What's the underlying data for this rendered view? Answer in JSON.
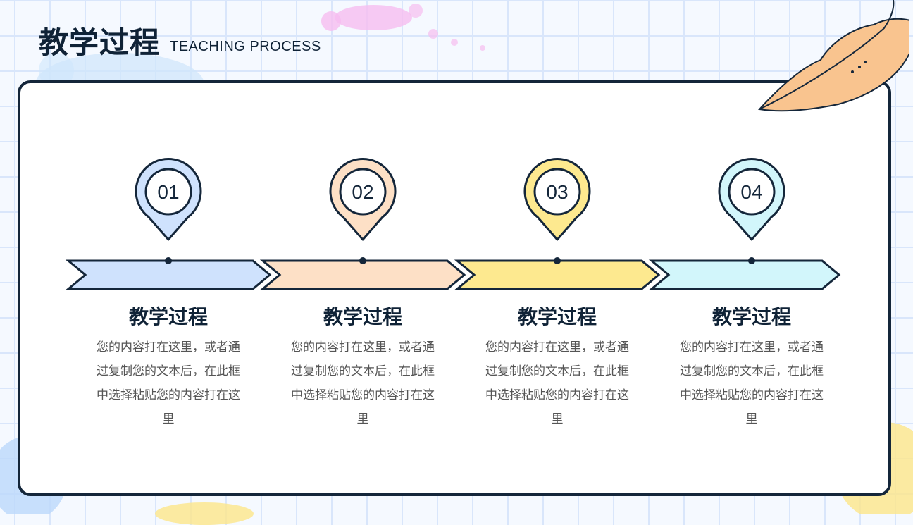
{
  "header": {
    "title": "教学过程",
    "subtitle": "TEACHING PROCESS"
  },
  "steps": [
    {
      "number": "01",
      "title": "教学过程",
      "desc": "您的内容打在这里，或者通过复制您的文本后，在此框中选择粘贴您的内容打在这里",
      "fill": "#cfe2fd",
      "color_name": "blue"
    },
    {
      "number": "02",
      "title": "教学过程",
      "desc": "您的内容打在这里，或者通过复制您的文本后，在此框中选择粘贴您的内容打在这里",
      "fill": "#fde0c6",
      "color_name": "peach"
    },
    {
      "number": "03",
      "title": "教学过程",
      "desc": "您的内容打在这里，或者通过复制您的文本后，在此框中选择粘贴您的内容打在这里",
      "fill": "#fde98f",
      "color_name": "yellow"
    },
    {
      "number": "04",
      "title": "教学过程",
      "desc": "您的内容打在这里，或者通过复制您的文本后，在此框中选择粘贴您的内容打在这里",
      "fill": "#d2f6fb",
      "color_name": "cyan"
    }
  ],
  "colors": {
    "outline": "#14263a",
    "grid": "#d9e6fb",
    "leaf": "#f9c48f"
  }
}
